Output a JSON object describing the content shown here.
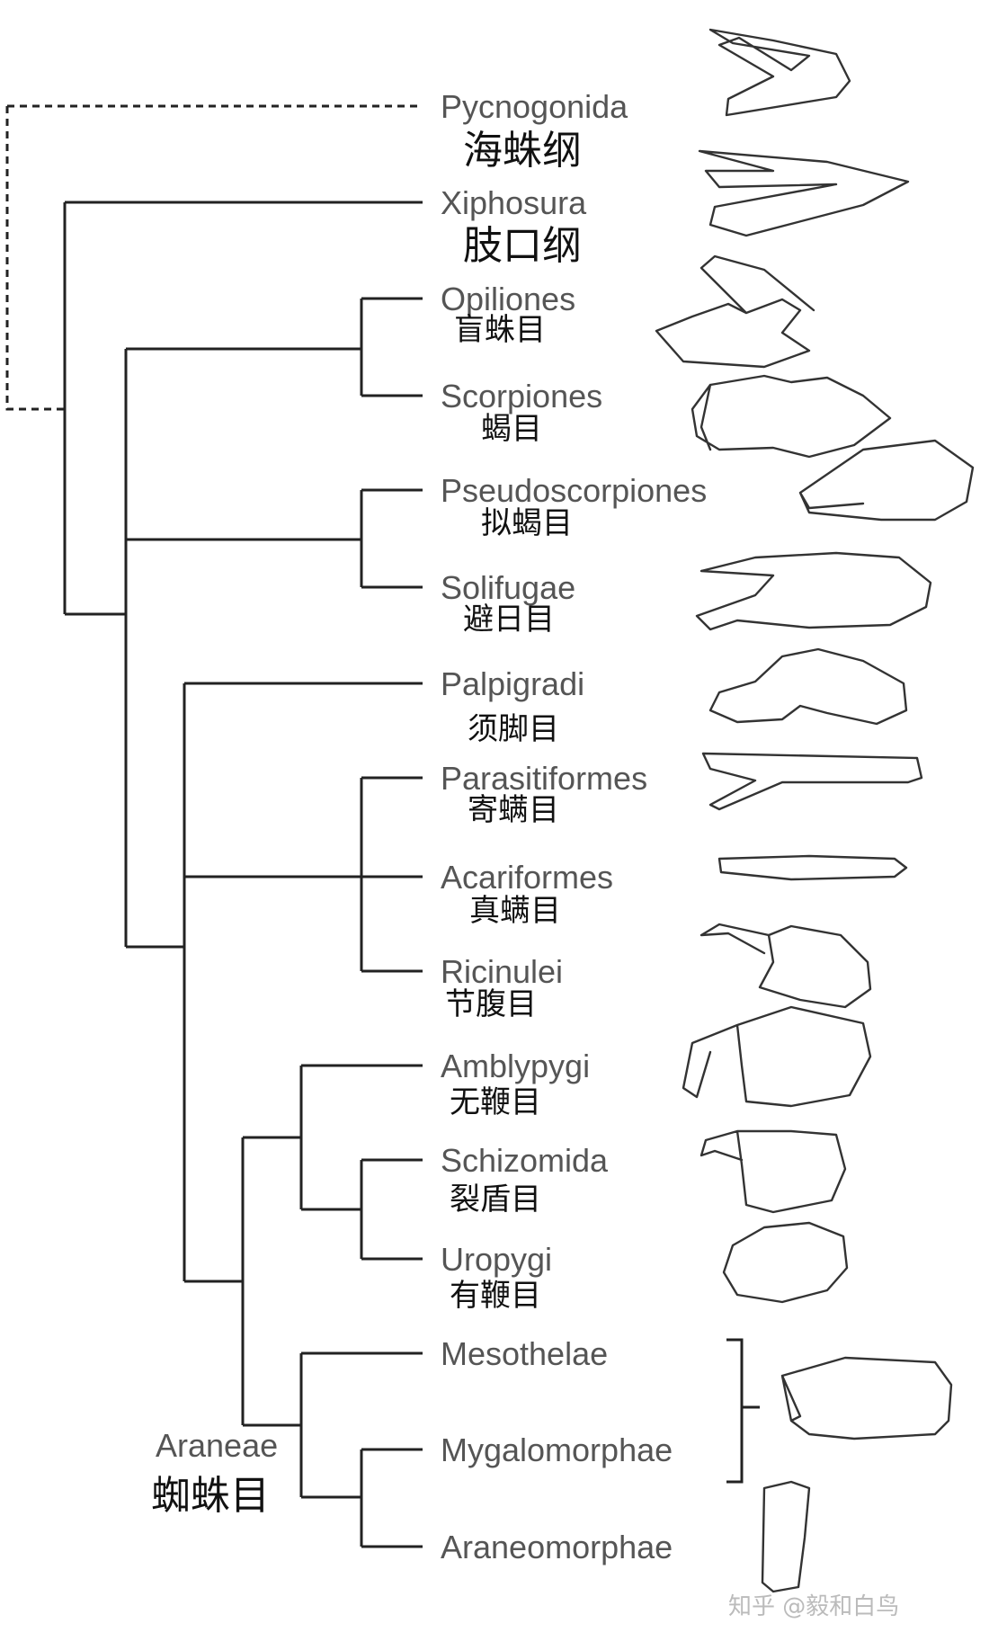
{
  "taxa": [
    {
      "id": "pycnogonida",
      "latin": "Pycnogonida",
      "zh": "海蛛纲"
    },
    {
      "id": "xiphosura",
      "latin": "Xiphosura",
      "zh": "肢口纲"
    },
    {
      "id": "opiliones",
      "latin": "Opiliones",
      "zh": "盲蛛目"
    },
    {
      "id": "scorpiones",
      "latin": "Scorpiones",
      "zh": "蝎目"
    },
    {
      "id": "pseudoscorpiones",
      "latin": "Pseudoscorpiones",
      "zh": "拟蝎目"
    },
    {
      "id": "solifugae",
      "latin": "Solifugae",
      "zh": "避日目"
    },
    {
      "id": "palpigradi",
      "latin": "Palpigradi",
      "zh": "须脚目"
    },
    {
      "id": "parasitiformes",
      "latin": "Parasitiformes",
      "zh": "寄螨目"
    },
    {
      "id": "acariformes",
      "latin": "Acariformes",
      "zh": "真螨目"
    },
    {
      "id": "ricinulei",
      "latin": "Ricinulei",
      "zh": "节腹目"
    },
    {
      "id": "amblypygi",
      "latin": "Amblypygi",
      "zh": "无鞭目"
    },
    {
      "id": "schizomida",
      "latin": "Schizomida",
      "zh": "裂盾目"
    },
    {
      "id": "uropygi",
      "latin": "Uropygi",
      "zh": "有鞭目"
    },
    {
      "id": "mesothelae",
      "latin": "Mesothelae",
      "zh": ""
    },
    {
      "id": "mygalomorphae",
      "latin": "Mygalomorphae",
      "zh": ""
    },
    {
      "id": "araneomorphae",
      "latin": "Araneomorphae",
      "zh": ""
    }
  ],
  "clade_araneae": {
    "latin": "Araneae",
    "zh": "蜘蛛目"
  },
  "watermark": "知乎 @毅和白鸟",
  "colors": {
    "line": "#222222",
    "latin_text": "#555555",
    "chinese_text": "#111111",
    "watermark": "#bbbbbb"
  }
}
